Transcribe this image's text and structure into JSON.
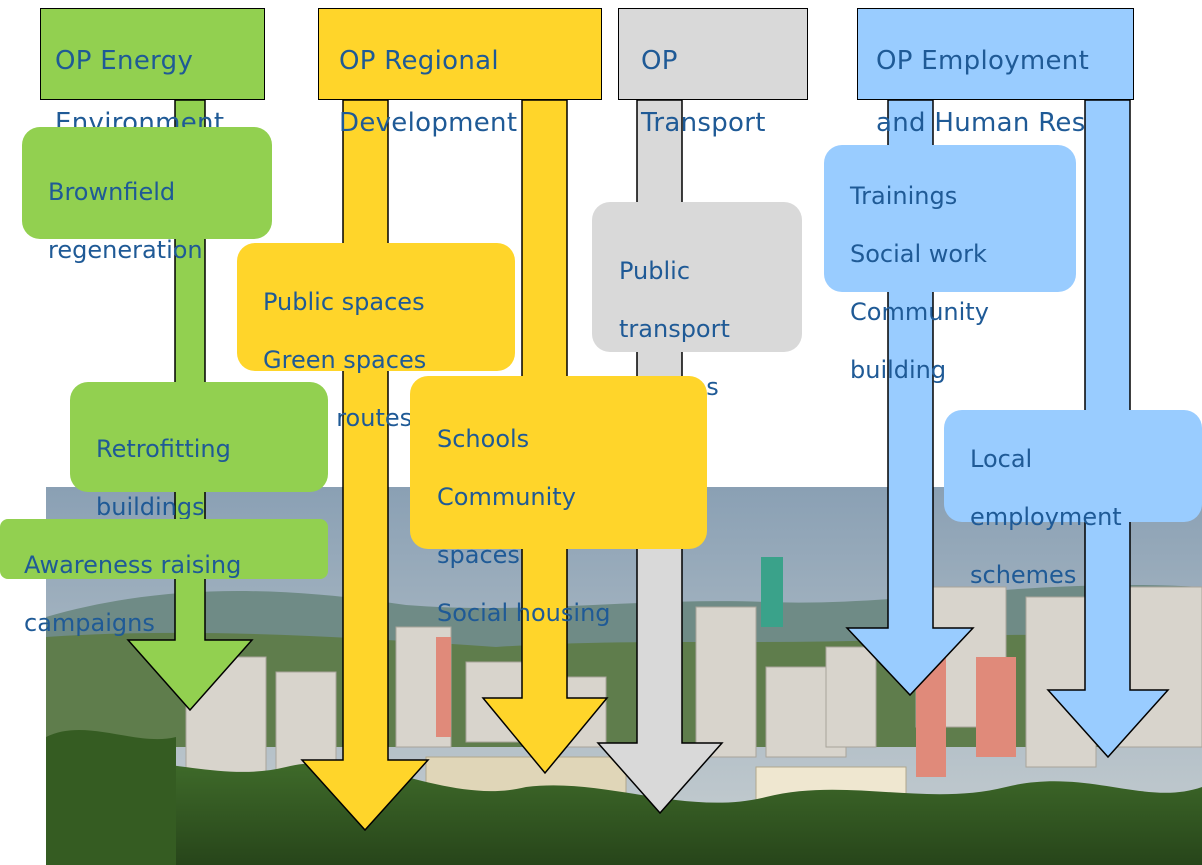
{
  "columns": [
    {
      "id": "energy",
      "header": [
        "OP Energy",
        "Environment"
      ],
      "color": "#92d050"
    },
    {
      "id": "regional",
      "header": [
        "OP Regional",
        "Development"
      ],
      "color": "#ffd52a"
    },
    {
      "id": "transport",
      "header": [
        "OP",
        "Transport"
      ],
      "color": "#d9d9d9"
    },
    {
      "id": "employment",
      "header": [
        "OP Employment",
        "and Human Res"
      ],
      "color": "#99ccff"
    }
  ],
  "measures": {
    "brownfield": [
      "Brownfield",
      "regeneration"
    ],
    "retrofitting": [
      "Retrofitting",
      "buildings"
    ],
    "awareness": [
      "Awareness raising",
      "campaigns"
    ],
    "public_spaces": [
      "Public spaces",
      "Green spaces",
      "Cycle routes"
    ],
    "schools": [
      "Schools",
      "Community",
      "spaces",
      "Social housing"
    ],
    "transport": [
      "Public",
      "transport",
      "facilities"
    ],
    "trainings": [
      "Trainings",
      "Social work",
      "Community",
      "building"
    ],
    "employment": [
      "Local",
      "employment",
      "schemes"
    ]
  }
}
